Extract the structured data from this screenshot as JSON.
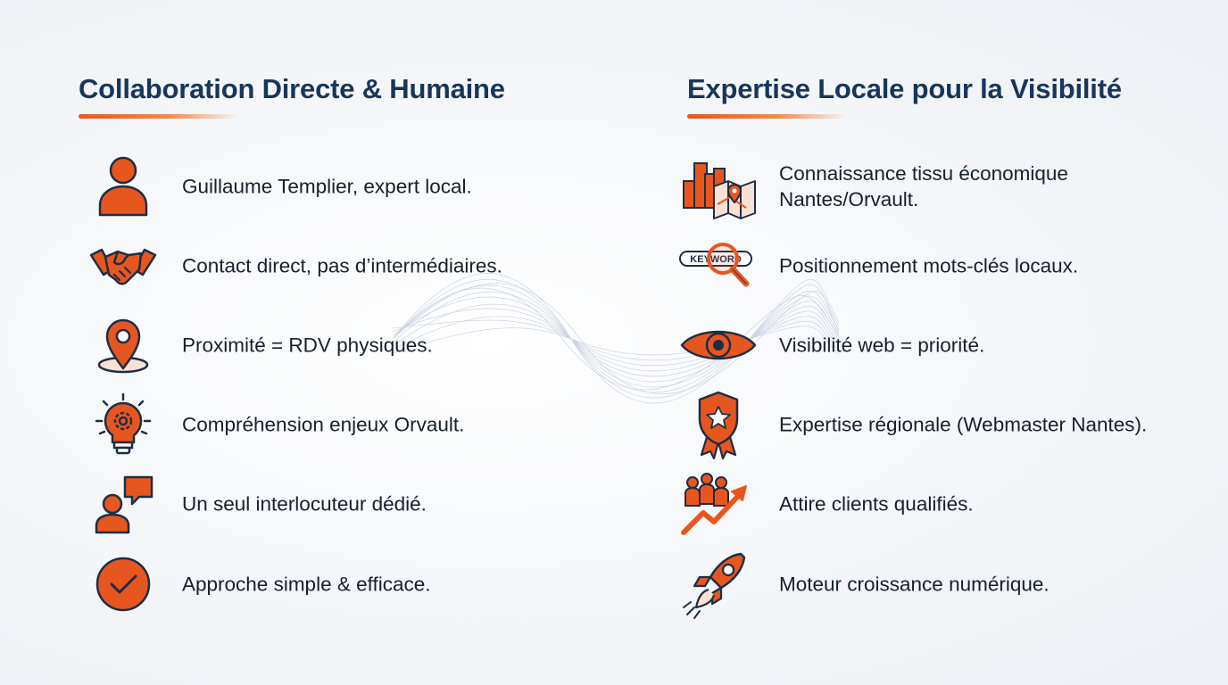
{
  "colors": {
    "accent": "#e8561f",
    "navy": "#1c2e45",
    "title": "#18365a"
  },
  "left": {
    "title": "Collaboration Directe & Humaine",
    "items": [
      {
        "icon": "person-icon",
        "text": "Guillaume Templier, expert local."
      },
      {
        "icon": "handshake-icon",
        "text": "Contact direct, pas d’intermédiaires."
      },
      {
        "icon": "location-pin-icon",
        "text": "Proximité = RDV physiques."
      },
      {
        "icon": "lightbulb-gear-icon",
        "text": "Compréhension enjeux Orvault."
      },
      {
        "icon": "person-speech-bubble-icon",
        "text": "Un seul interlocuteur dédié."
      },
      {
        "icon": "checkmark-circle-icon",
        "text": "Approche simple & efficace."
      }
    ]
  },
  "right": {
    "title": "Expertise Locale pour la Visibilité",
    "items": [
      {
        "icon": "city-map-icon",
        "text_line1": "Connaissance tissu économique",
        "text_line2": "Nantes/Orvault."
      },
      {
        "icon": "keyword-search-icon",
        "icon_label": "KEYWORD",
        "text": "Positionnement mots-clés locaux."
      },
      {
        "icon": "eye-icon",
        "text": "Visibilité web = priorité."
      },
      {
        "icon": "star-badge-icon",
        "text": "Expertise régionale (Webmaster Nantes)."
      },
      {
        "icon": "group-growth-arrow-icon",
        "text": "Attire clients qualifiés."
      },
      {
        "icon": "rocket-icon",
        "text": "Moteur croissance numérique."
      }
    ]
  }
}
